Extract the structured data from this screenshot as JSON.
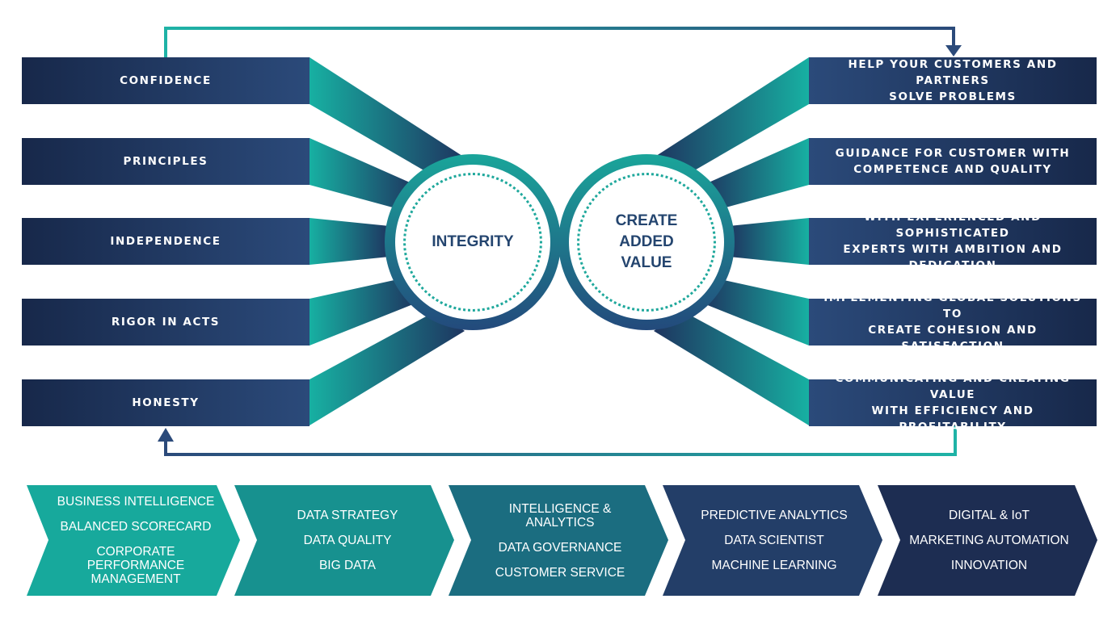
{
  "left_items": [
    {
      "label": "CONFIDENCE"
    },
    {
      "label": "PRINCIPLES"
    },
    {
      "label": "INDEPENDENCE"
    },
    {
      "label": "RIGOR IN ACTS"
    },
    {
      "label": "HONESTY"
    }
  ],
  "center": {
    "left_circle": {
      "label": "INTEGRITY"
    },
    "right_circle": {
      "line1": "CREATE ADDED",
      "line2": "VALUE"
    }
  },
  "right_items": [
    {
      "line1": "HELP YOUR CUSTOMERS AND PARTNERS",
      "line2": "SOLVE PROBLEMS"
    },
    {
      "line1": "GUIDANCE FOR CUSTOMER WITH",
      "line2": "COMPETENCE AND QUALITY"
    },
    {
      "line1": "WITH EXPERIENCED AND SOPHISTICATED",
      "line2": "EXPERTS WITH AMBITION AND DEDICATION"
    },
    {
      "line1": "IMPLEMENTING GLOBAL SOLUTIONS TO",
      "line2": "CREATE COHESION AND SATISFACTION"
    },
    {
      "line1": "COMMUNICATING AND CREATING VALUE",
      "line2": "WITH EFFICIENCY AND PROFITABILITY"
    }
  ],
  "chevrons": [
    {
      "items": [
        "BUSINESS INTELLIGENCE",
        "BALANCED SCORECARD",
        "CORPORATE PERFORMANCE MANAGEMENT"
      ]
    },
    {
      "items": [
        "DATA STRATEGY",
        "DATA QUALITY",
        "BIG DATA"
      ]
    },
    {
      "items": [
        "INTELLIGENCE & ANALYTICS",
        "DATA GOVERNANCE",
        "CUSTOMER SERVICE"
      ]
    },
    {
      "items": [
        "PREDICTIVE ANALYTICS",
        "DATA SCIENTIST",
        "MACHINE LEARNING"
      ]
    },
    {
      "items": [
        "DIGITAL & IoT",
        "MARKETING AUTOMATION",
        "INNOVATION"
      ]
    }
  ],
  "colors": {
    "teal": "#1aa79b",
    "navy": "#1b2d52",
    "mid_blue": "#2b4a7a",
    "chevron_1": "#17a99c",
    "chevron_2": "#17918f",
    "chevron_3": "#1b6d80",
    "chevron_4": "#233e68",
    "chevron_5": "#1d2d52"
  }
}
